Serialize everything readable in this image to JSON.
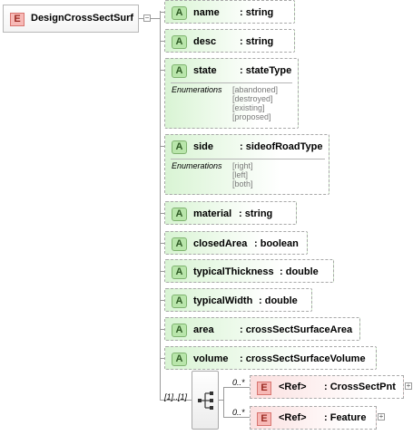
{
  "root": {
    "badge": "E",
    "name": "DesignCrossSectSurf"
  },
  "attributes": [
    {
      "badge": "A",
      "name": "name",
      "type": ": string"
    },
    {
      "badge": "A",
      "name": "desc",
      "type": ": string"
    },
    {
      "badge": "A",
      "name": "state",
      "type": ": stateType",
      "enum_label": "Enumerations",
      "enumerations": [
        "[abandoned]",
        "[destroyed]",
        "[existing]",
        "[proposed]"
      ]
    },
    {
      "badge": "A",
      "name": "side",
      "type": ": sideofRoadType",
      "enum_label": "Enumerations",
      "enumerations": [
        "[right]",
        "[left]",
        "[both]"
      ]
    },
    {
      "badge": "A",
      "name": "material",
      "type": ": string"
    },
    {
      "badge": "A",
      "name": "closedArea",
      "type": ": boolean"
    },
    {
      "badge": "A",
      "name": "typicalThickness",
      "type": ": double"
    },
    {
      "badge": "A",
      "name": "typicalWidth",
      "type": ": double"
    },
    {
      "badge": "A",
      "name": "area",
      "type": ": crossSectSurfaceArea"
    },
    {
      "badge": "A",
      "name": "volume",
      "type": ": crossSectSurfaceVolume"
    }
  ],
  "sequence": {
    "multiplicity": "[1]..[1]"
  },
  "refs": [
    {
      "badge": "E",
      "multiplicity": "0..*",
      "tag": "<Ref>",
      "name": ": CrossSectPnt",
      "expand": "+"
    },
    {
      "badge": "E",
      "multiplicity": "0..*",
      "tag": "<Ref>",
      "name": ": Feature",
      "expand": "+"
    }
  ],
  "colors": {
    "attribute_fill": "#d9f4d4",
    "element_badge": "#f7b9b6",
    "ref_fill": "#fbe0e0"
  }
}
